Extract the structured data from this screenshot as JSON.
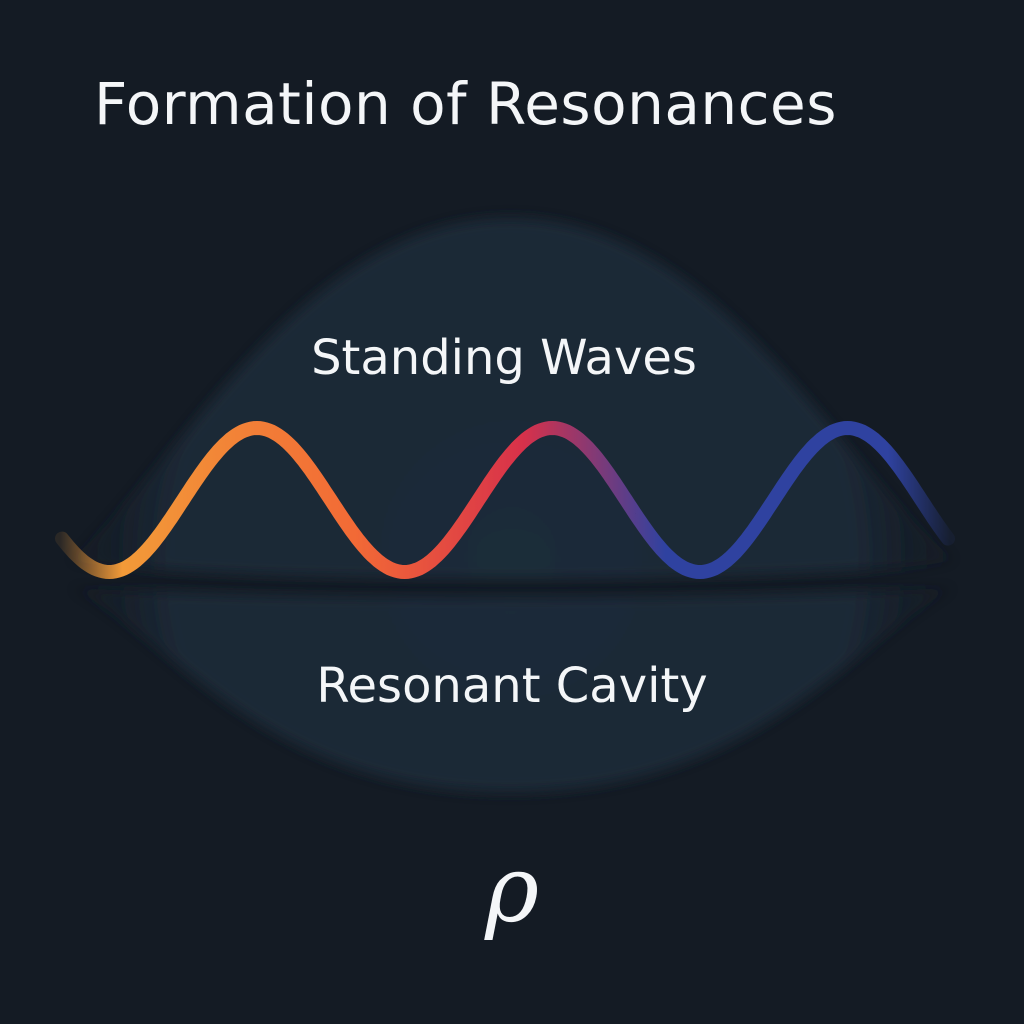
{
  "title": "Formation of Resonances",
  "labels": {
    "standing_waves": "Standing Waves",
    "resonant_cavity": "Resonant Cavity"
  },
  "symbol": "ρ",
  "colors": {
    "background": "#141b24",
    "cavity": "#1f2d3b",
    "wave_start": "#f29a38",
    "wave_orange": "#f26a36",
    "wave_red": "#d8314a",
    "wave_blue": "#2f42a0",
    "text": "#f4f6f8"
  },
  "wave": {
    "cycles": 3
  }
}
